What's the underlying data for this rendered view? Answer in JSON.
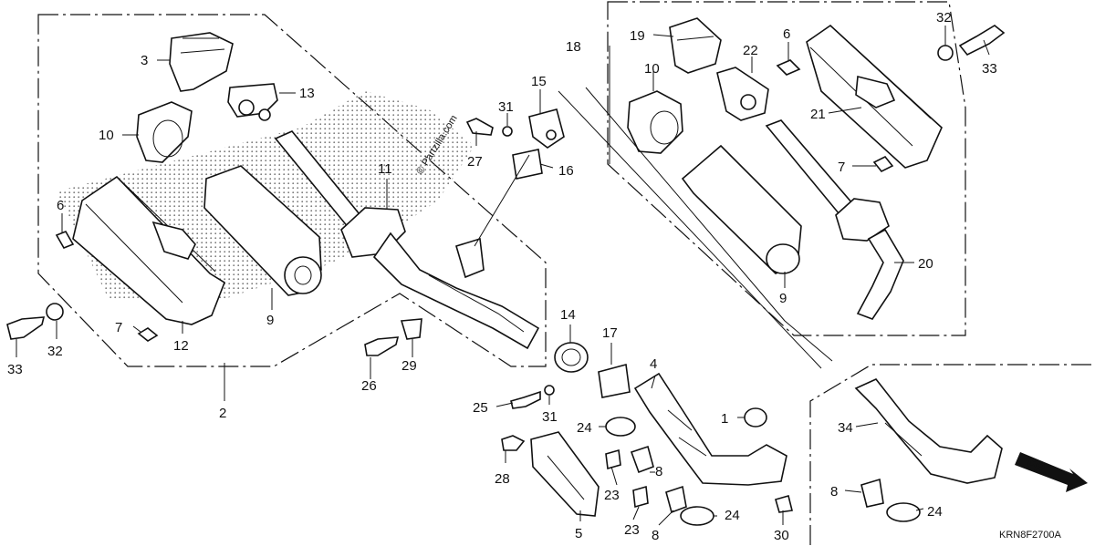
{
  "diagram": {
    "code": "KRN8F2700A",
    "watermark": "© Partzilla.com",
    "direction_marker": "FR.",
    "callouts": [
      "1",
      "2",
      "3",
      "4",
      "5",
      "6",
      "6",
      "7",
      "7",
      "8",
      "8",
      "8",
      "9",
      "9",
      "10",
      "10",
      "11",
      "12",
      "13",
      "14",
      "15",
      "16",
      "17",
      "18",
      "19",
      "20",
      "21",
      "22",
      "23",
      "23",
      "24",
      "24",
      "24",
      "25",
      "26",
      "27",
      "28",
      "29",
      "30",
      "31",
      "31",
      "32",
      "32",
      "33",
      "33",
      "34"
    ]
  }
}
